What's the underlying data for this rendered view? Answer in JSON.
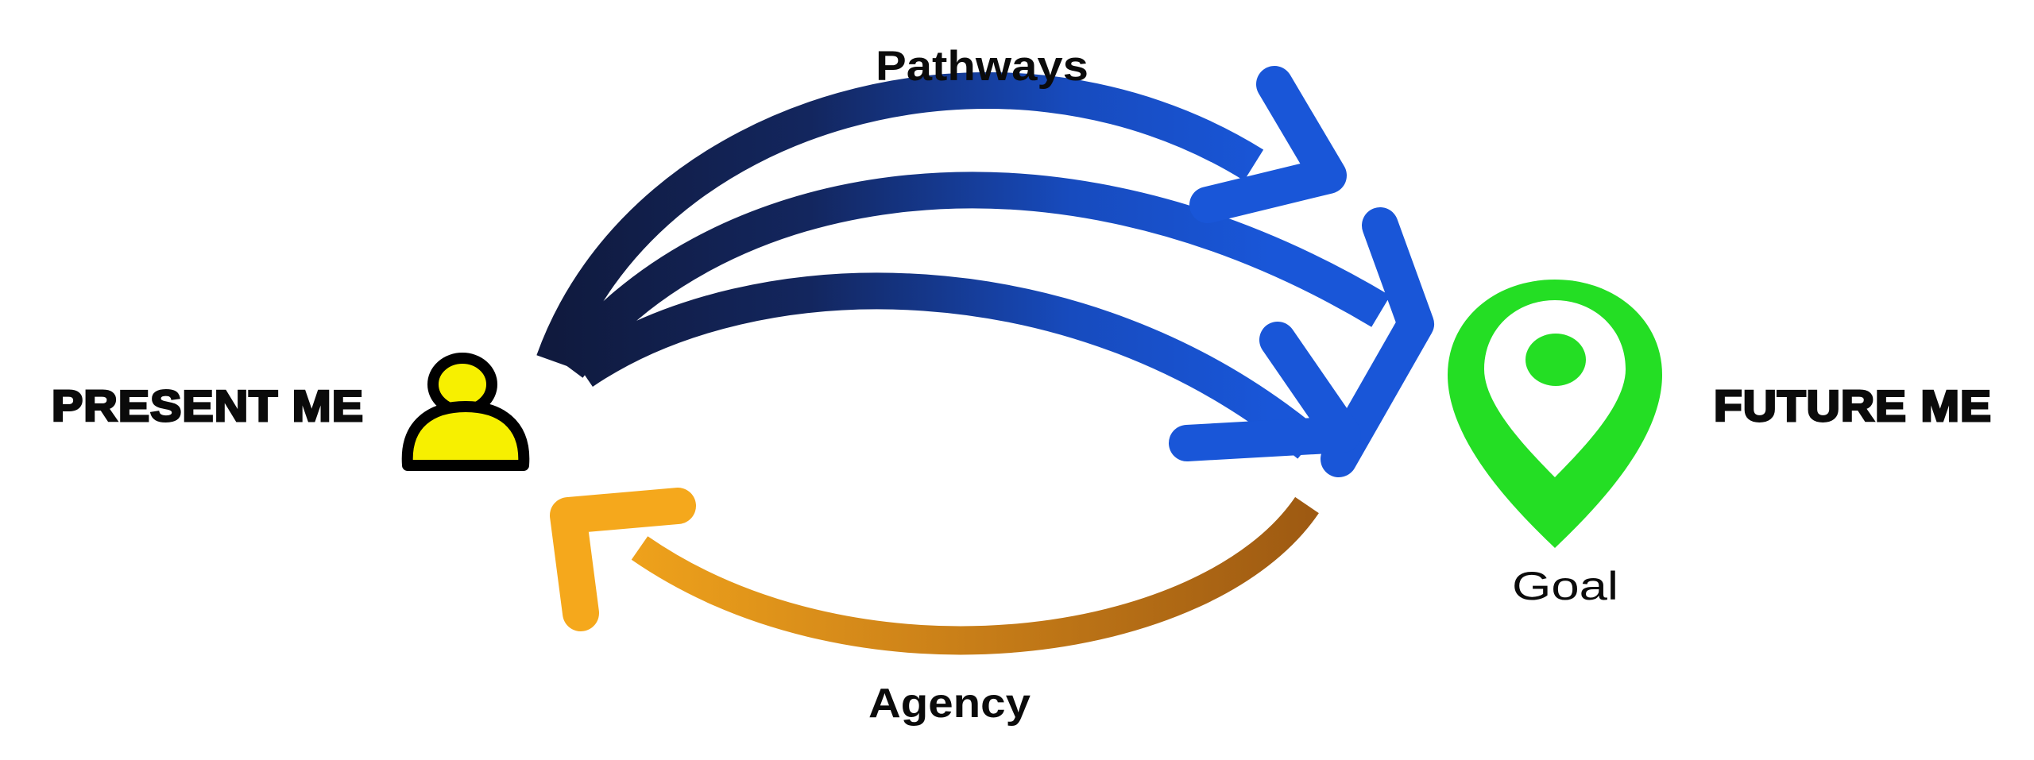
{
  "diagram": {
    "type": "concept-cycle-diagram",
    "background": "#FFFFFF",
    "nodes": {
      "present": {
        "label": "PRESENT ME",
        "icon": "person-icon",
        "icon_color": "#F7F000",
        "icon_outline": "#000000"
      },
      "future": {
        "label": "FUTURE ME",
        "icon": "map-pin-icon",
        "icon_color": "#24DE24",
        "caption": "Goal"
      }
    },
    "arrows": {
      "pathways": {
        "label": "Pathways",
        "count": 3,
        "direction": "present-to-future",
        "style": "curved arcs over the top with chevron arrowheads",
        "color_start": "#101A3E",
        "color_end": "#1956D8"
      },
      "agency": {
        "label": "Agency",
        "count": 1,
        "direction": "future-to-present",
        "style": "curved arc underneath with corner arrowhead",
        "color_start": "#9E5A12",
        "color_end": "#F5A81C"
      }
    },
    "colors": {
      "blue_bright": "#1956D8",
      "blue_mid": "#174BBE",
      "blue_dark": "#101A3E",
      "orange_bright": "#F5A81C",
      "orange_mid": "#D08519",
      "orange_dark": "#9E5A12",
      "green": "#24DE24",
      "yellow": "#F7F000",
      "text": "#0B0B0B",
      "white": "#FFFFFF"
    }
  }
}
